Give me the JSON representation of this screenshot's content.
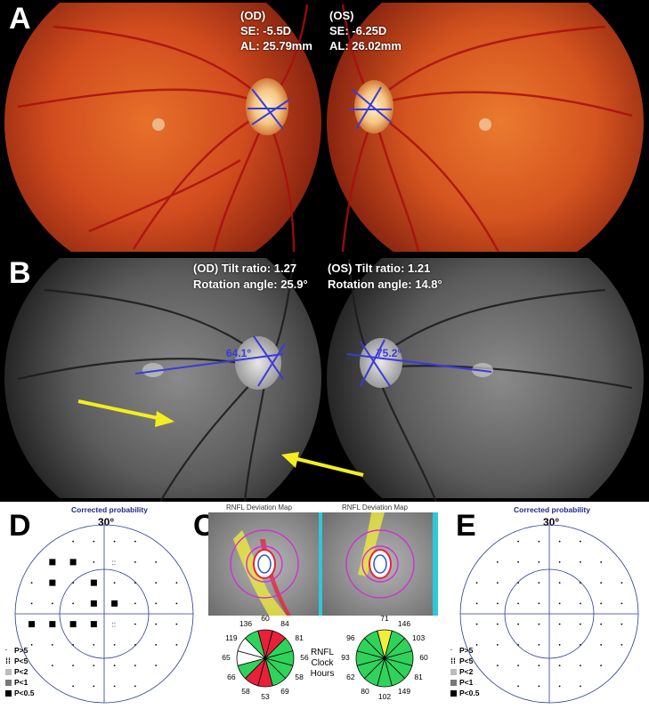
{
  "panel_a": {
    "letter": "A",
    "od": {
      "eye": "(OD)",
      "se": "SE: -5.5D",
      "al": "AL: 25.79mm"
    },
    "os": {
      "eye": "(OS)",
      "se": "SE: -6.25D",
      "al": "AL: 26.02mm"
    }
  },
  "panel_b": {
    "letter": "B",
    "od": {
      "tilt": "(OD) Tilt ratio: 1.27",
      "rotation": "Rotation angle: 25.9°",
      "angle": "64.1°"
    },
    "os": {
      "tilt": "(OS) Tilt ratio: 1.21",
      "rotation": "Rotation angle: 14.8°",
      "angle": "75.2°"
    }
  },
  "panel_d": {
    "letter": "D",
    "title": "Corrected probability",
    "degree": "30°"
  },
  "panel_e": {
    "letter": "E",
    "title": "Corrected probability",
    "degree": "30°"
  },
  "legend": [
    "P>5",
    "P<5",
    "P<2",
    "P<1",
    "P<0.5"
  ],
  "panel_c": {
    "letter": "C",
    "map_title_od": "RNFL Deviation Map",
    "map_title_os": "RNFL Deviation Map",
    "center_label": [
      "RNFL",
      "Clock",
      "Hours"
    ],
    "od_clock": [
      "60",
      "84",
      "81",
      "56",
      "58",
      "69",
      "53",
      "58",
      "66",
      "65",
      "119",
      "136"
    ],
    "os_clock": [
      "71",
      "146",
      "103",
      "60",
      "81",
      "149",
      "102",
      "80",
      "62",
      "93",
      "96"
    ]
  },
  "colors": {
    "red": "#e8213a",
    "green": "#2fd35b",
    "yellow": "#f2ee3a",
    "white": "#ffffff",
    "arrow": "#f4ee1e",
    "line": "#3a3adc"
  }
}
